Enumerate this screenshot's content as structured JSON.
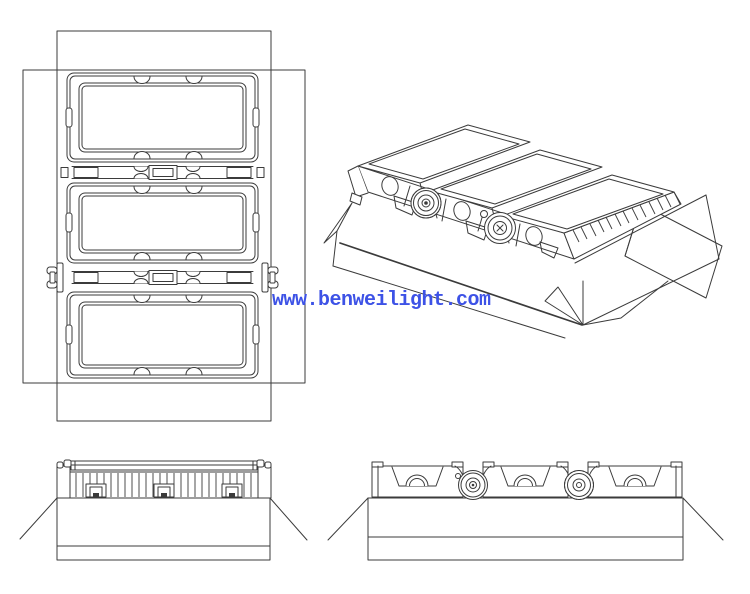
{
  "page": {
    "background_color": "#ffffff",
    "line_color": "#3b3b3b"
  },
  "watermark": {
    "text": "www.benweilight.com",
    "color": "#3d52e6"
  },
  "views": {
    "front": "front view of three-module flood light inside packaging outlines",
    "isometric": "isometric view of three-module flood light resting on opened carton",
    "side_profile": "side profile with heat-sink fins on carton",
    "end_profile": "end profile with aiming knobs on carton"
  }
}
